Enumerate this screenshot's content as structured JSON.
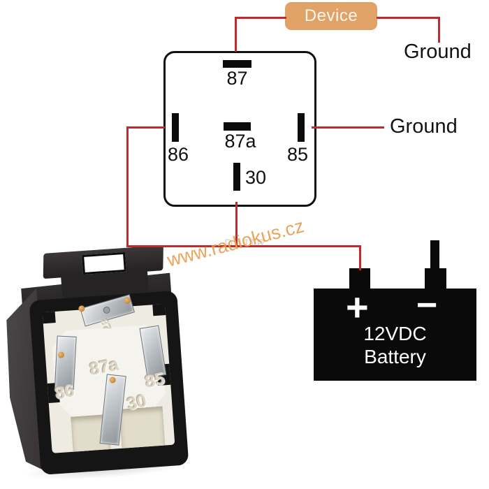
{
  "device": {
    "label": "Device"
  },
  "grounds": {
    "top": "Ground",
    "right": "Ground"
  },
  "relay_diagram": {
    "pin87": "87",
    "pin87a": "87a",
    "pin86": "86",
    "pin85": "85",
    "pin30": "30"
  },
  "battery": {
    "plus": "+",
    "minus": "−",
    "line1": "12VDC",
    "line2": "Battery"
  },
  "watermark": {
    "site": "www.radiokus.cz",
    "faint": "DAJTR"
  },
  "relay_photo": {
    "pin87": "87",
    "pin87a": "87a",
    "pin86": "86",
    "pin85": "85",
    "pin30": "30"
  },
  "colors": {
    "wire": "#c1292b",
    "device_fill": "#e1a268",
    "watermark": "#ea9d4d",
    "battery_fill": "#0a0a0a"
  }
}
